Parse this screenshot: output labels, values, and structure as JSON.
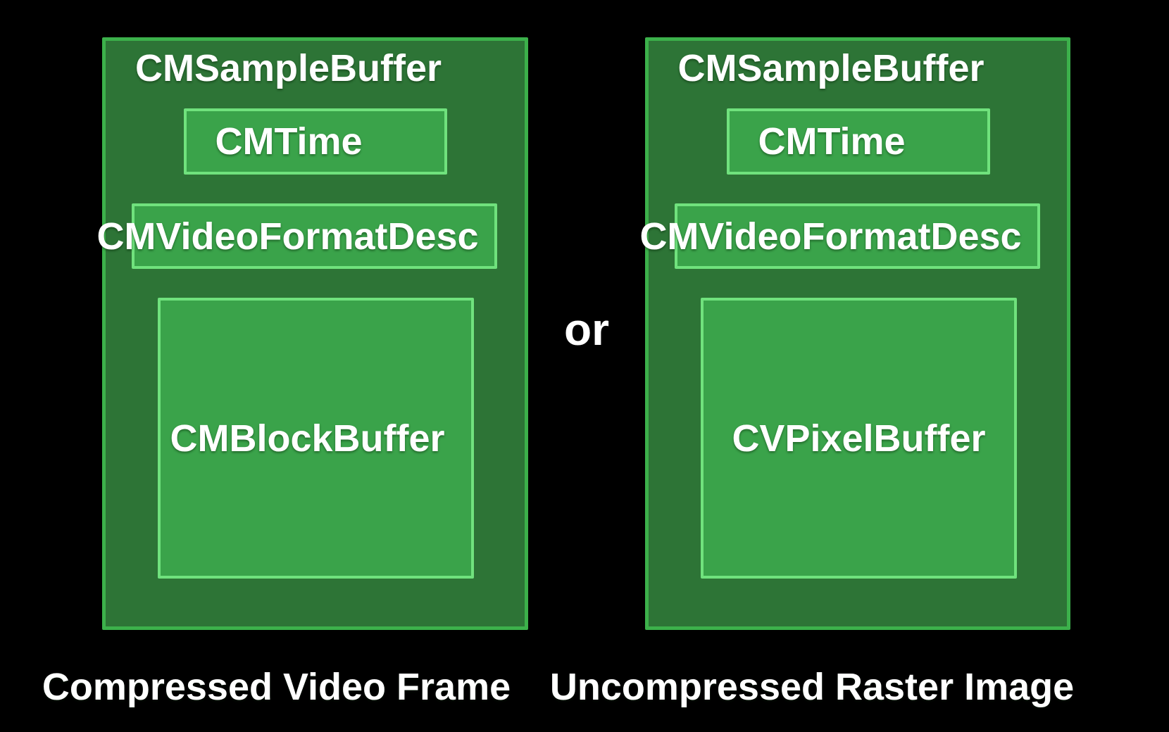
{
  "diagram": {
    "or_label": "or",
    "colors": {
      "background": "#000000",
      "outer_fill": "#2d7436",
      "outer_border": "#3cb14b",
      "inner_fill": "#3aa34a",
      "inner_border": "#70e27d",
      "text": "#ffffff"
    },
    "left": {
      "title": "CMSampleBuffer",
      "boxes": [
        "CMTime",
        "CMVideoFormatDesc",
        "CMBlockBuffer"
      ],
      "caption": "Compressed Video Frame"
    },
    "right": {
      "title": "CMSampleBuffer",
      "boxes": [
        "CMTime",
        "CMVideoFormatDesc",
        "CVPixelBuffer"
      ],
      "caption": "Uncompressed Raster Image"
    }
  }
}
